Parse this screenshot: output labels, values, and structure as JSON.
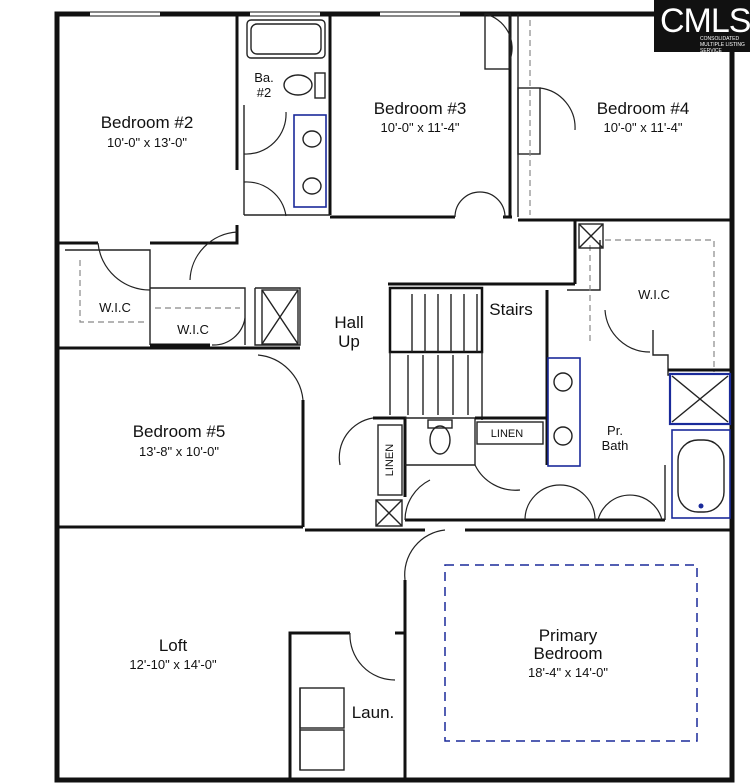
{
  "rooms": {
    "bedroom2": {
      "name": "Bedroom #2",
      "dims": "10'-0\" x 13'-0\""
    },
    "bath2": {
      "name_line1": "Ba.",
      "name_line2": "#2"
    },
    "bedroom3": {
      "name": "Bedroom #3",
      "dims": "10'-0\" x 11'-4\""
    },
    "bedroom4": {
      "name": "Bedroom #4",
      "dims": "10'-0\" x 11'-4\""
    },
    "wic_left": {
      "name": "W.I.C"
    },
    "wic_mid": {
      "name": "W.I.C"
    },
    "wic_primary": {
      "name": "W.I.C"
    },
    "hall": {
      "name_line1": "Hall",
      "name_line2": "Up"
    },
    "stairs": {
      "name": "Stairs"
    },
    "bedroom5": {
      "name": "Bedroom #5",
      "dims": "13'-8\" x 10'-0\""
    },
    "linen_vertical": {
      "name": "LINEN"
    },
    "linen_horizontal": {
      "name": "LINEN"
    },
    "primary_bath": {
      "name_line1": "Pr.",
      "name_line2": "Bath"
    },
    "loft": {
      "name": "Loft",
      "dims": "12'-10\" x 14'-0\""
    },
    "primary_bedroom": {
      "name_line1": "Primary",
      "name_line2": "Bedroom",
      "dims": "18'-4\" x 14'-0\""
    },
    "laundry": {
      "name": "Laun."
    }
  },
  "logo": {
    "mark": "CMLS",
    "sub_line1": "CONSOLIDATED",
    "sub_line2": "MULTIPLE LISTING SERVICE"
  },
  "colors": {
    "walls": "#111111",
    "fixtures_highlight": "#1a2a9a",
    "background": "#ffffff"
  }
}
